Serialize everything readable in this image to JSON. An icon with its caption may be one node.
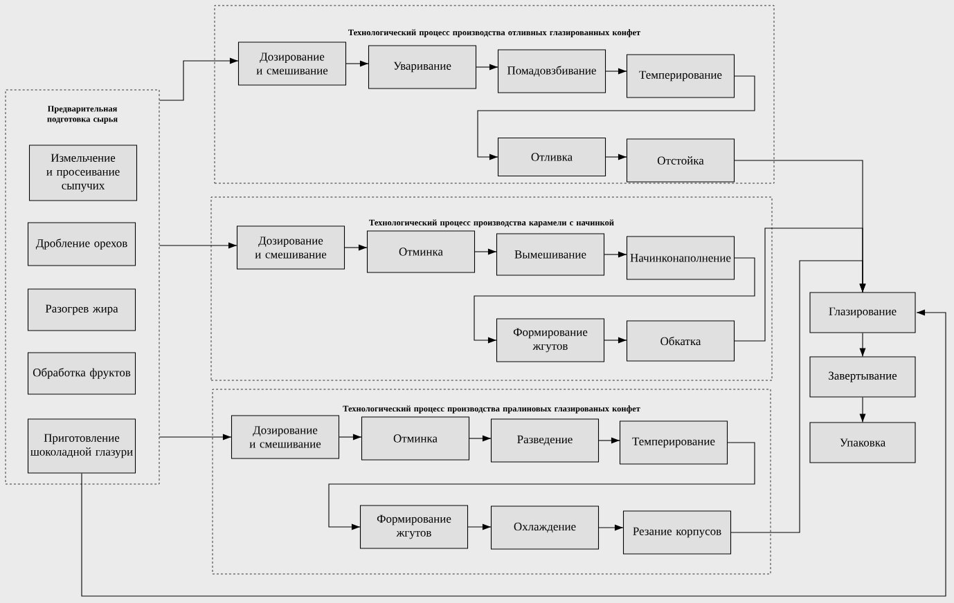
{
  "diagram": {
    "nodes": [
      {
        "text": [
          "Предварительная подготовка сырья"
        ]
      },
      {
        "text": [
          "Измельчение и просеивание сыпучих"
        ],
        "in": 0
      },
      {
        "text": [
          "Дробление орехов"
        ],
        "in": 0
      },
      {
        "text": [
          "Разогрев жира"
        ],
        "in": 0
      },
      {
        "text": [
          "Обработка фруктов"
        ],
        "in": 0
      },
      {
        "text": [
          "Приготовление шоколадной глазури"
        ],
        "in": 0
      },
      {
        "text": [
          "Технологический процесс производства отливных глазированных конфет"
        ]
      },
      {
        "text": [
          "Дозирование и смешивание"
        ],
        "in": 6
      },
      {
        "text": [
          "Уваривание"
        ],
        "in": 6
      },
      {
        "text": [
          "Помадовзбивание"
        ],
        "in": 6
      },
      {
        "text": [
          "Темперирование"
        ],
        "in": 6
      },
      {
        "text": [
          "Отливка"
        ],
        "in": 6
      },
      {
        "text": [
          "Отстойка"
        ],
        "in": 6
      },
      {
        "text": [
          "Технологический процесс производства карамели с начинкой"
        ]
      },
      {
        "text": [
          "Дозирование и смешивание"
        ],
        "in": 13
      },
      {
        "text": [
          "Отминка"
        ],
        "in": 13
      },
      {
        "text": [
          "Вымешивание"
        ],
        "in": 13
      },
      {
        "text": [
          "Начинконаполнение"
        ],
        "in": 13
      },
      {
        "text": [
          "Формирование жгутов"
        ],
        "in": 13
      },
      {
        "text": [
          "Обкатка"
        ],
        "in": 13
      },
      {
        "text": [
          "Технологический процесс производства пралиновых глазированых конфет"
        ]
      },
      {
        "text": [
          "Дозирование и смешивание"
        ],
        "in": 20
      },
      {
        "text": [
          "Отминка"
        ],
        "in": 20
      },
      {
        "text": [
          "Разведение"
        ],
        "in": 20
      },
      {
        "text": [
          "Темперирование"
        ],
        "in": 20
      },
      {
        "text": [
          "Формирование жгутов"
        ],
        "in": 20
      },
      {
        "text": [
          "Охлаждение"
        ],
        "in": 20
      },
      {
        "text": [
          "Резание корпусов"
        ],
        "in": 20
      },
      {
        "text": [
          "Глазирование"
        ]
      },
      {
        "text": [
          "Завертывание"
        ]
      },
      {
        "text": [
          "Упаковка"
        ]
      }
    ],
    "edges": [
      {
        "from": 0,
        "to": 7,
        "arrow": "to"
      },
      {
        "from": 0,
        "to": 14,
        "arrow": "to"
      },
      {
        "from": 0,
        "to": 21,
        "arrow": "to"
      },
      {
        "from": 7,
        "to": 8,
        "arrow": "to"
      },
      {
        "from": 8,
        "to": 9,
        "arrow": "to"
      },
      {
        "from": 9,
        "to": 10,
        "arrow": "to"
      },
      {
        "from": 10,
        "to": 11,
        "arrow": "to"
      },
      {
        "from": 11,
        "to": 12,
        "arrow": "to"
      },
      {
        "from": 12,
        "to": 28,
        "arrow": "to"
      },
      {
        "from": 14,
        "to": 15,
        "arrow": "to"
      },
      {
        "from": 15,
        "to": 16,
        "arrow": "to"
      },
      {
        "from": 16,
        "to": 17,
        "arrow": "to"
      },
      {
        "from": 17,
        "to": 18,
        "arrow": "to"
      },
      {
        "from": 18,
        "to": 19,
        "arrow": "to"
      },
      {
        "from": 19,
        "to": 28,
        "arrow": "to"
      },
      {
        "from": 21,
        "to": 22,
        "arrow": "to"
      },
      {
        "from": 22,
        "to": 23,
        "arrow": "to"
      },
      {
        "from": 23,
        "to": 24,
        "arrow": "to"
      },
      {
        "from": 24,
        "to": 25,
        "arrow": "to"
      },
      {
        "from": 25,
        "to": 26,
        "arrow": "to"
      },
      {
        "from": 26,
        "to": 27,
        "arrow": "to"
      },
      {
        "from": 27,
        "to": 28,
        "arrow": "to"
      },
      {
        "from": 5,
        "to": 28,
        "arrow": "to"
      },
      {
        "from": 28,
        "to": 29,
        "arrow": "to"
      },
      {
        "from": 29,
        "to": 30,
        "arrow": "to"
      }
    ]
  }
}
